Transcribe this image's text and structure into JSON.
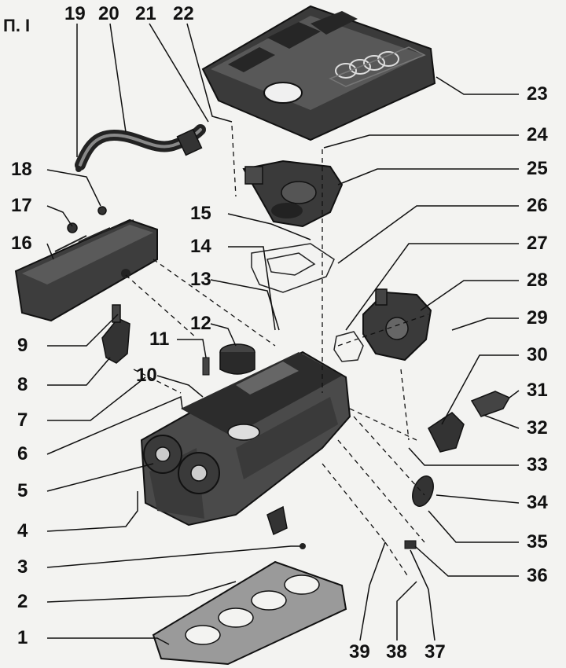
{
  "figure": {
    "label": "П. I"
  },
  "callouts": [
    "1",
    "2",
    "3",
    "4",
    "5",
    "6",
    "7",
    "8",
    "9",
    "10",
    "11",
    "12",
    "13",
    "14",
    "15",
    "16",
    "17",
    "18",
    "19",
    "20",
    "21",
    "22",
    "23",
    "24",
    "25",
    "26",
    "27",
    "28",
    "29",
    "30",
    "31",
    "32",
    "33",
    "34",
    "35",
    "36",
    "37",
    "38",
    "39"
  ],
  "colors": {
    "part_dark": "#2e2e2e",
    "part_mid": "#6a6a6a",
    "part_light": "#b5b5b5",
    "line": "#1a1a1a",
    "paper": "#f3f3f1"
  }
}
